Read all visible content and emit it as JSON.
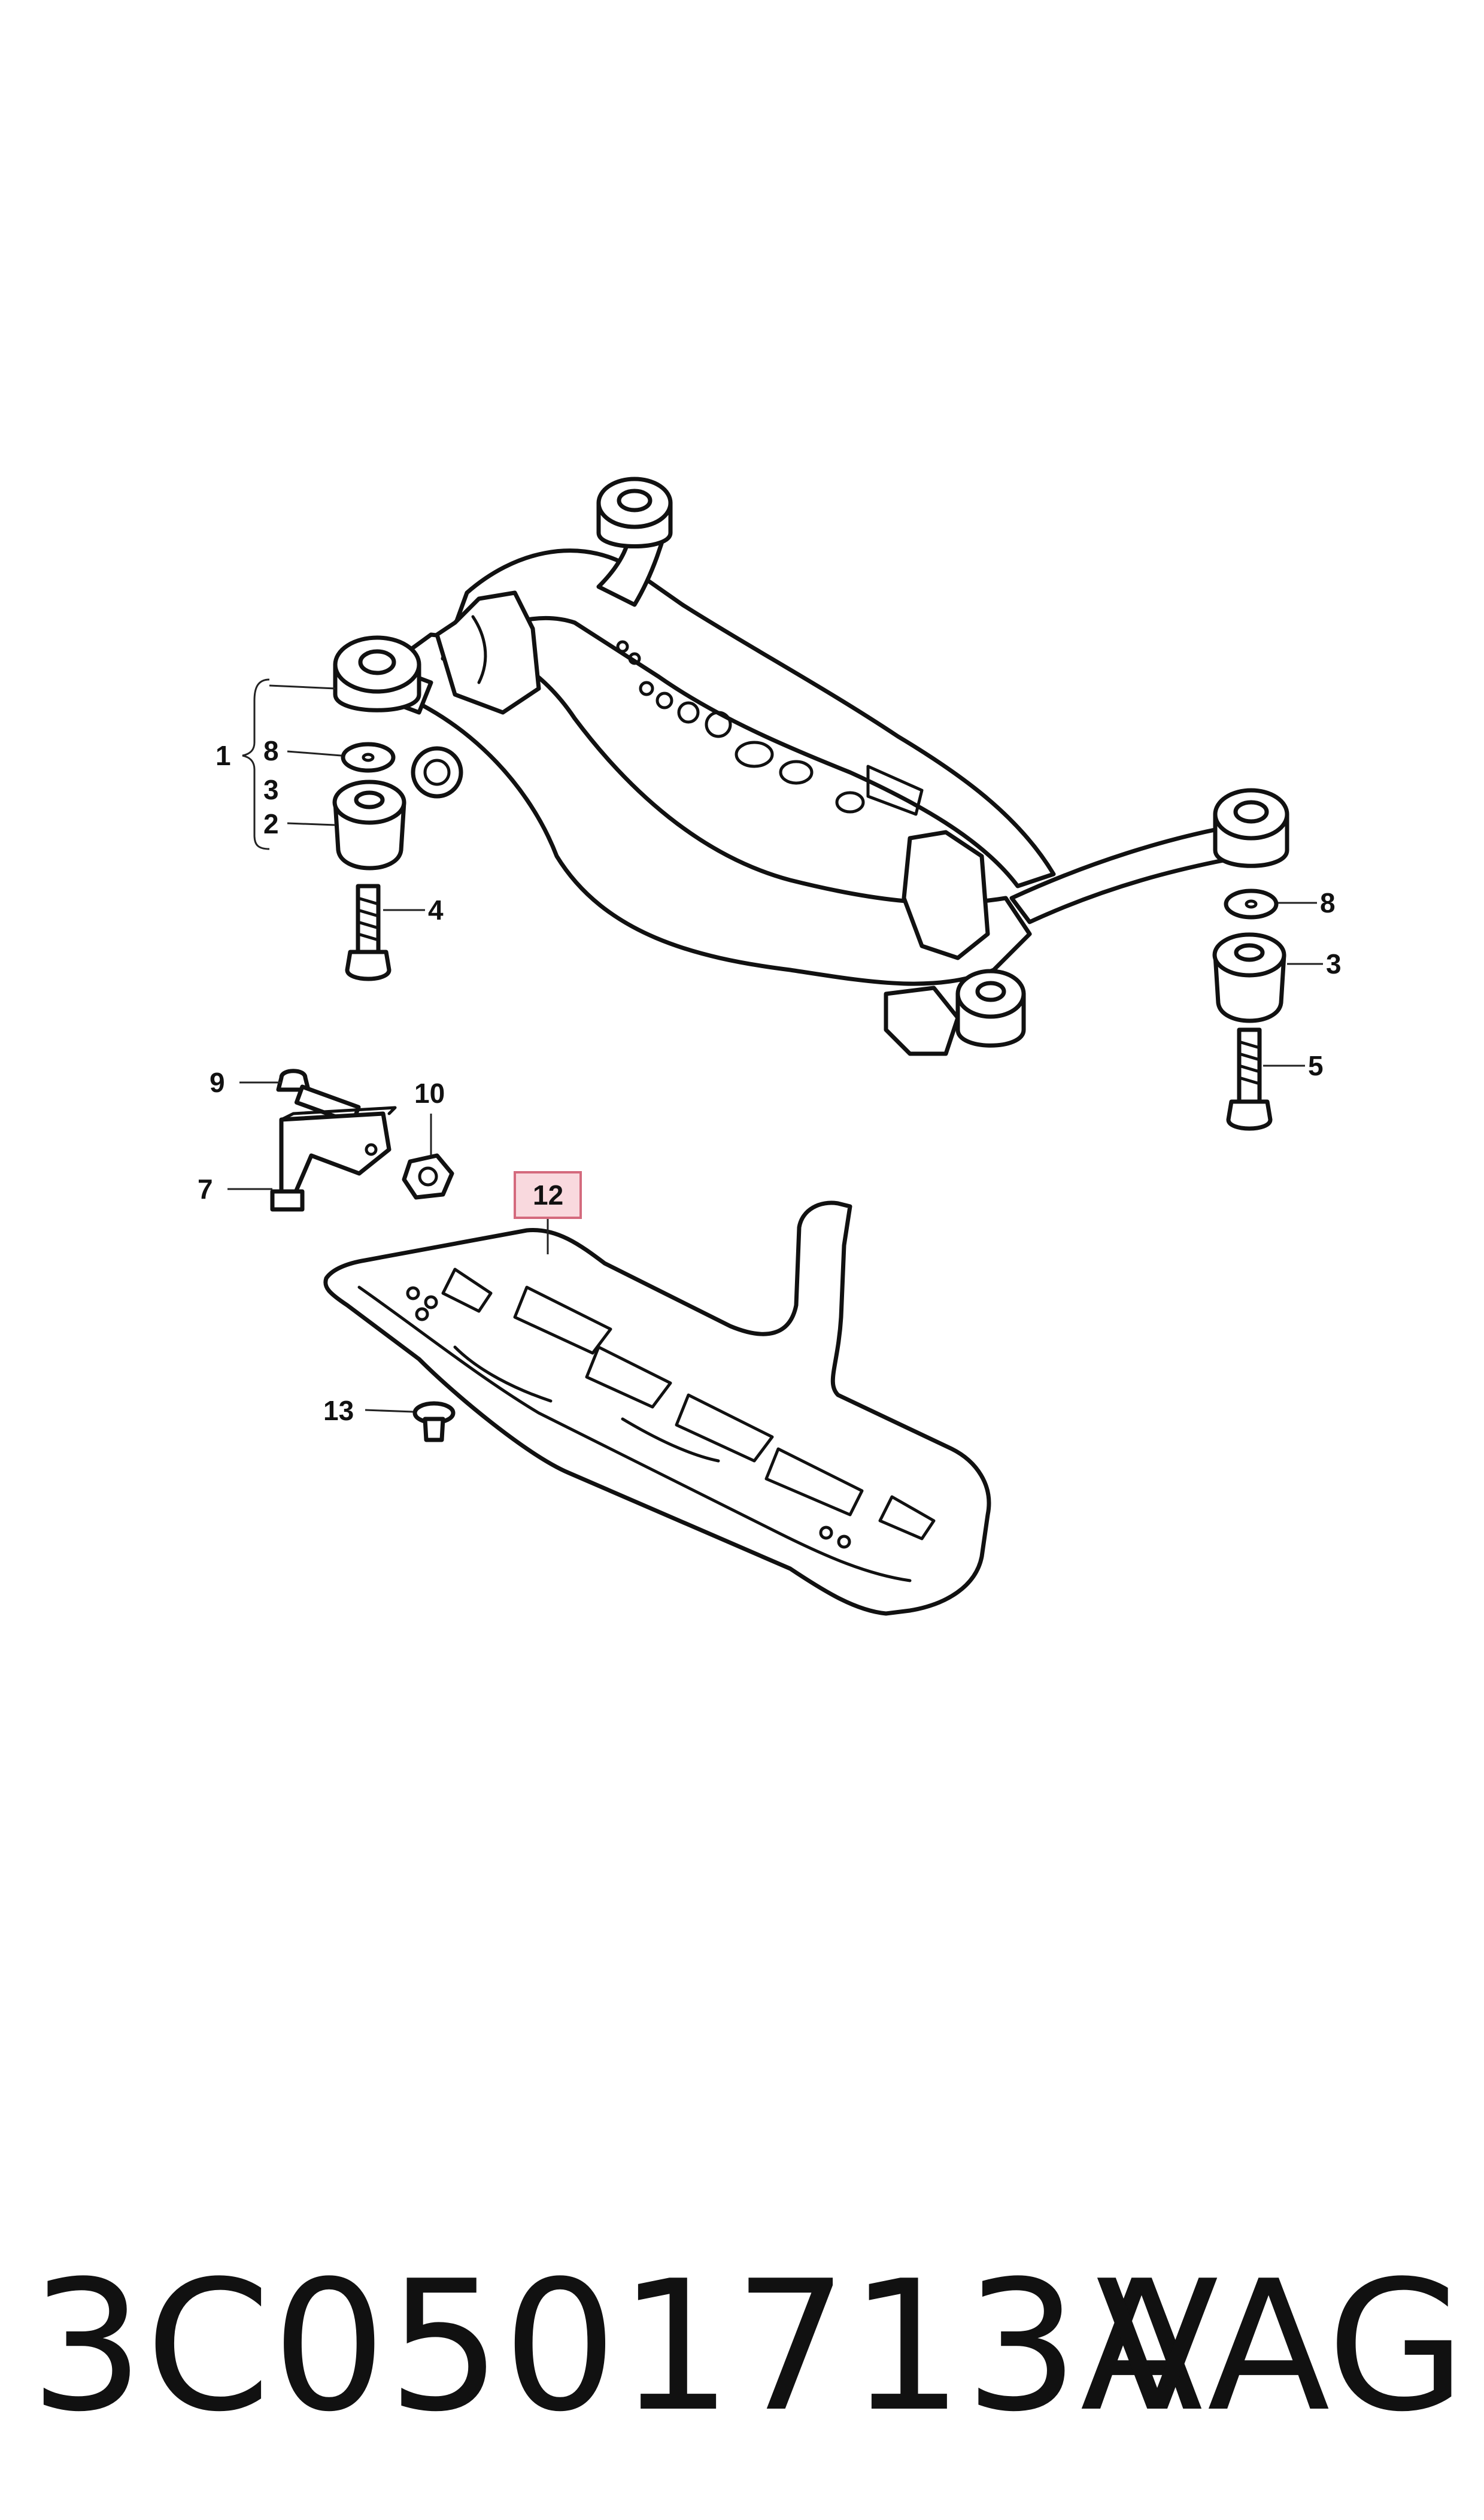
{
  "diagram": {
    "callouts": [
      "1",
      "2",
      "3",
      "3",
      "4",
      "5",
      "7",
      "8",
      "8",
      "9",
      "10",
      "12",
      "13"
    ],
    "highlighted_callout": "12",
    "highlight_color": "#f9d9de",
    "highlight_border_color": "#d46a7d"
  },
  "footer": {
    "part_number": "3C0501713A",
    "brand": "VAG"
  }
}
